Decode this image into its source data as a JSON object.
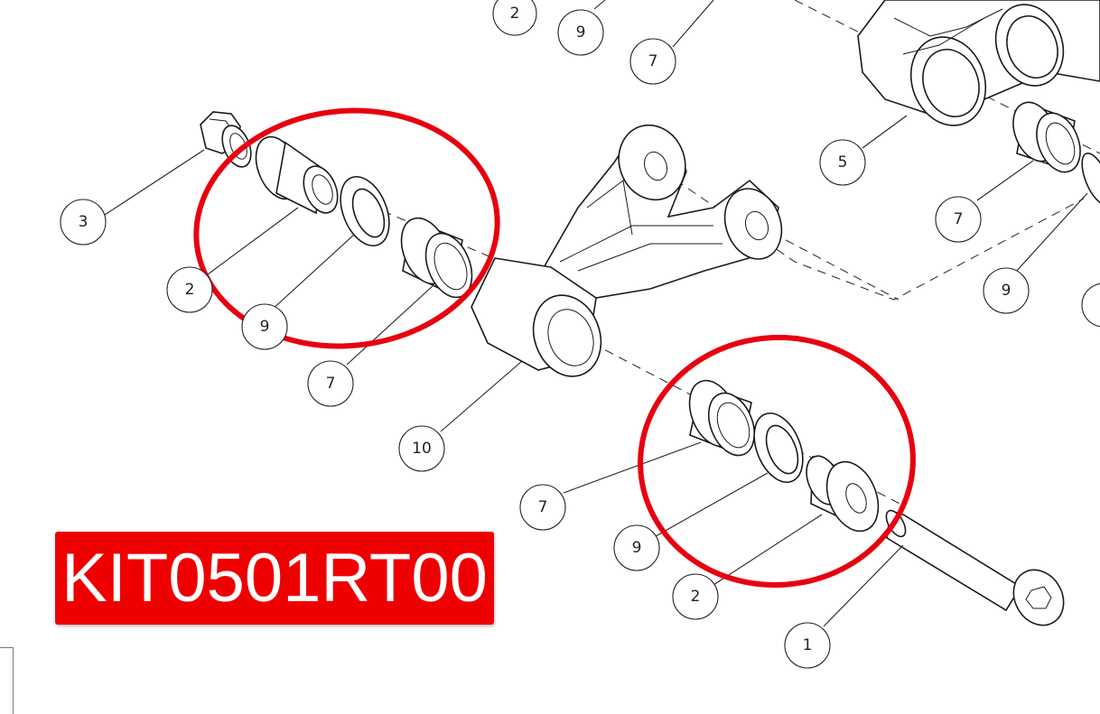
{
  "kit": {
    "code": "KIT0501RT00",
    "label_color": "#ee0000",
    "highlight_color": "#e8000f"
  },
  "callouts": [
    {
      "id": "c-top-2",
      "label": "2"
    },
    {
      "id": "c-top-9",
      "label": "9"
    },
    {
      "id": "c-top-7",
      "label": "7"
    },
    {
      "id": "c-left-3",
      "label": "3"
    },
    {
      "id": "c-left-2",
      "label": "2"
    },
    {
      "id": "c-left-9",
      "label": "9"
    },
    {
      "id": "c-left-7",
      "label": "7"
    },
    {
      "id": "c-10",
      "label": "10"
    },
    {
      "id": "c-5",
      "label": "5"
    },
    {
      "id": "c-right-7",
      "label": "7"
    },
    {
      "id": "c-right-9",
      "label": "9"
    },
    {
      "id": "c-low-7",
      "label": "7"
    },
    {
      "id": "c-low-9",
      "label": "9"
    },
    {
      "id": "c-low-2",
      "label": "2"
    },
    {
      "id": "c-1",
      "label": "1"
    }
  ]
}
